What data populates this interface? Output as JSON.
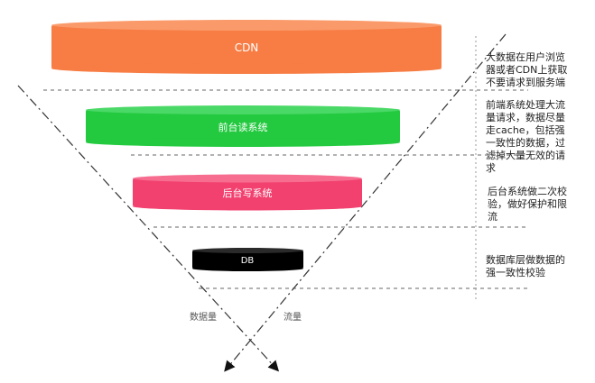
{
  "layers": [
    {
      "label": "CDN",
      "color": "#f77d45",
      "top_color": "#fa9a6a",
      "text_color": "#ffffff"
    },
    {
      "label": "前台读系统",
      "color": "#23c93f",
      "top_color": "#4ad866",
      "text_color": "#ffffff"
    },
    {
      "label": "后台写系统",
      "color": "#f2416f",
      "top_color": "#f66d90",
      "text_color": "#ffffff"
    },
    {
      "label": "DB",
      "color": "#000000",
      "top_color": "#2a2a2a",
      "text_color": "#ffffff"
    }
  ],
  "notes": [
    [
      "大数据在用户浏览",
      "器或者CDN上获取",
      "不要请求到服务端"
    ],
    [
      "前端系统处理大流",
      "量请求，数据尽量",
      "走cache，包括强",
      "一致性的数据，过",
      "滤掉大量无效的请",
      "求"
    ],
    [
      "后台系统做二次校",
      "验，做好保护和限",
      "流"
    ],
    [
      "数据库层做数据的",
      "强一致性校验"
    ]
  ],
  "arrows": {
    "left_label": "数据量",
    "right_label": "流量"
  },
  "colors": {
    "line": "#333333",
    "dash": "#555555"
  }
}
